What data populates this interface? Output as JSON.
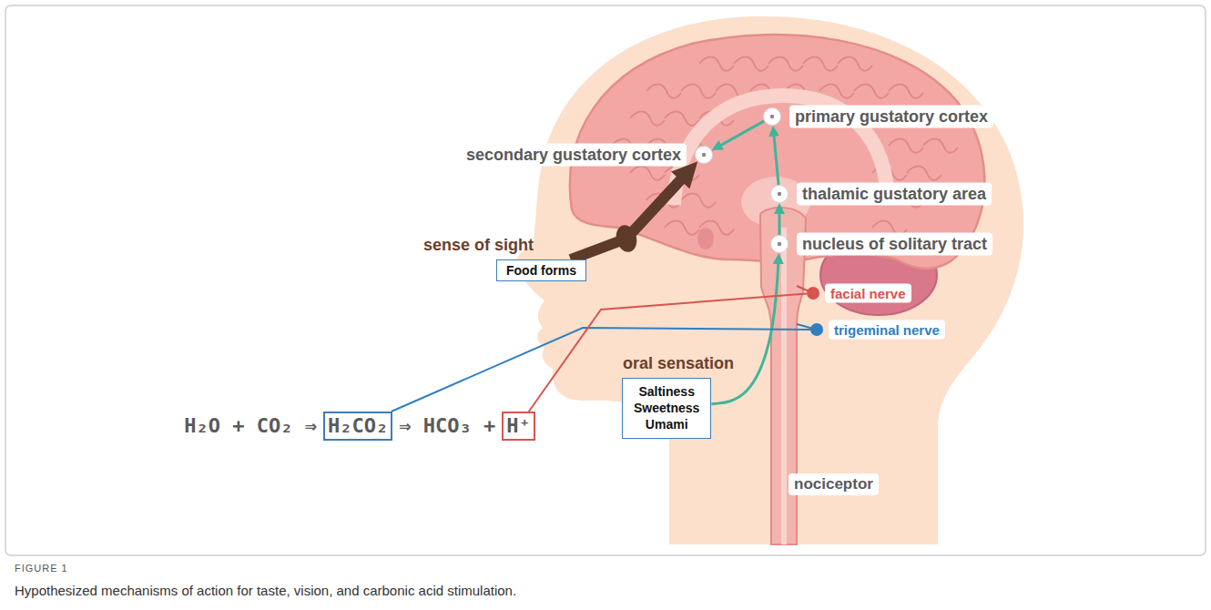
{
  "diagram": {
    "caption": "Hypothesized mechanisms of action for taste, vision, and carbonic acid stimulation.",
    "nodes": [
      {
        "text": [
          "primary gustatory cortex"
        ]
      },
      {
        "text": [
          "secondary gustatory cortex"
        ]
      },
      {
        "text": [
          "thalamic gustatory area"
        ]
      },
      {
        "text": [
          "nucleus of solitary tract"
        ]
      },
      {
        "text": [
          "sense of sight",
          "Food forms"
        ]
      },
      {
        "text": [
          "oral sensation",
          "Saltiness Sweetness Umami"
        ]
      },
      {
        "text": [
          "facial nerve"
        ]
      },
      {
        "text": [
          "trigeminal nerve"
        ]
      },
      {
        "text": [
          "H₂CO₂"
        ]
      },
      {
        "text": [
          "H⁺"
        ]
      }
    ],
    "edges": [
      {
        "from": 3,
        "to": 2,
        "arrow": "to"
      },
      {
        "from": 2,
        "to": 0,
        "arrow": "to"
      },
      {
        "from": 0,
        "to": 1,
        "arrow": "to"
      },
      {
        "from": 4,
        "to": 1,
        "arrow": "to"
      },
      {
        "from": 5,
        "to": 3,
        "arrow": "to"
      },
      {
        "from": 8,
        "to": 7,
        "arrow": "none"
      },
      {
        "from": 9,
        "to": 6,
        "arrow": "none"
      }
    ],
    "labels": [
      "H₂O + CO₂ ⇒",
      "⇒ HCO₃ +",
      "nociceptor",
      "FIGURE 1"
    ]
  }
}
